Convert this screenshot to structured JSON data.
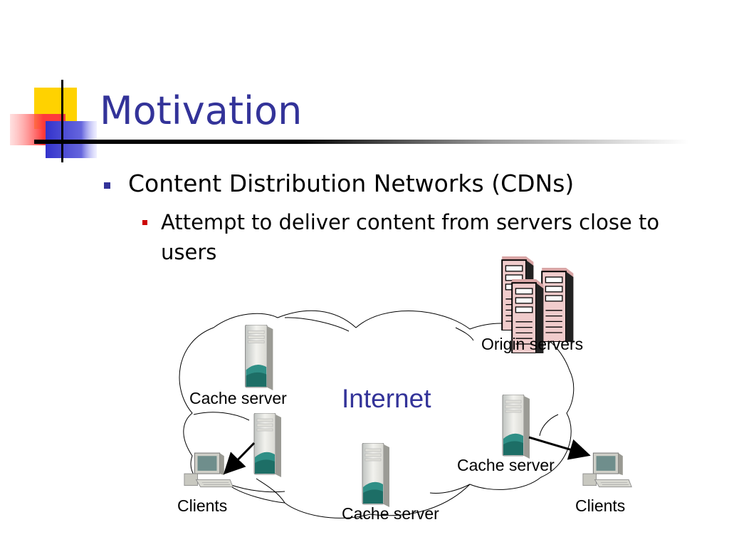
{
  "slide": {
    "title": "Motivation",
    "bullet_1": "Content Distribution Networks (CDNs)",
    "bullet_2": "Attempt to deliver content from servers close to users"
  },
  "diagram": {
    "cloud_label": "Internet",
    "origin_label": "Origin servers",
    "cache_label_left": "Cache server",
    "cache_label_right": "Cache server",
    "cache_label_bottom": "Cache server",
    "clients_left": "Clients",
    "clients_right": "Clients"
  },
  "colors": {
    "title": "#333399",
    "bullet_l1": "#333399",
    "bullet_l2": "#cc0000",
    "accent_yellow": "#ffd200",
    "accent_red": "#ff3b3b",
    "accent_blue": "#3333cc"
  }
}
